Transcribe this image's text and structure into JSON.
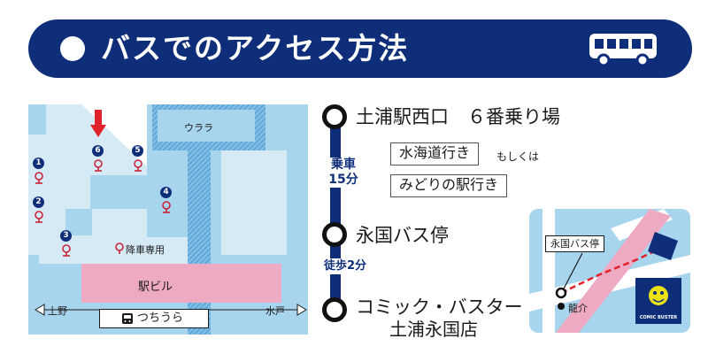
{
  "header": {
    "title": "バスでのアクセス方法",
    "icon": "bus-icon",
    "background_color": "#0e2e7a"
  },
  "station_map": {
    "building_label": "ウララ",
    "station_building_label": "駅ビル",
    "station_name": "つちうら",
    "drop_off_label": "降車専用",
    "west_direction": "上野",
    "east_direction": "水戸",
    "bus_stops": [
      "1",
      "2",
      "3",
      "4",
      "5",
      "6"
    ],
    "highlight_stop": "6",
    "marker": "down-arrow-icon"
  },
  "route": {
    "departure": "土浦駅西口　６番乗り場",
    "ride_label": "乗車",
    "ride_time": "15分",
    "bus_option_1": "水海道行き",
    "connector": "もしくは",
    "bus_option_2": "みどりの駅行き",
    "transfer_stop": "永国バス停",
    "walk_label": "徒歩2分",
    "destination_line1": "コミック・バスター",
    "destination_line2": "土浦永国店"
  },
  "mini_map": {
    "bus_stop_label": "永国バス停",
    "landmark_label": "龍介",
    "shop_label": "COMIC BUSTER"
  },
  "colors": {
    "navy": "#0e2e7a",
    "water_blue": "#a8d5ee",
    "station_pink": "#eeaac2",
    "route_red": "#e0232b"
  }
}
